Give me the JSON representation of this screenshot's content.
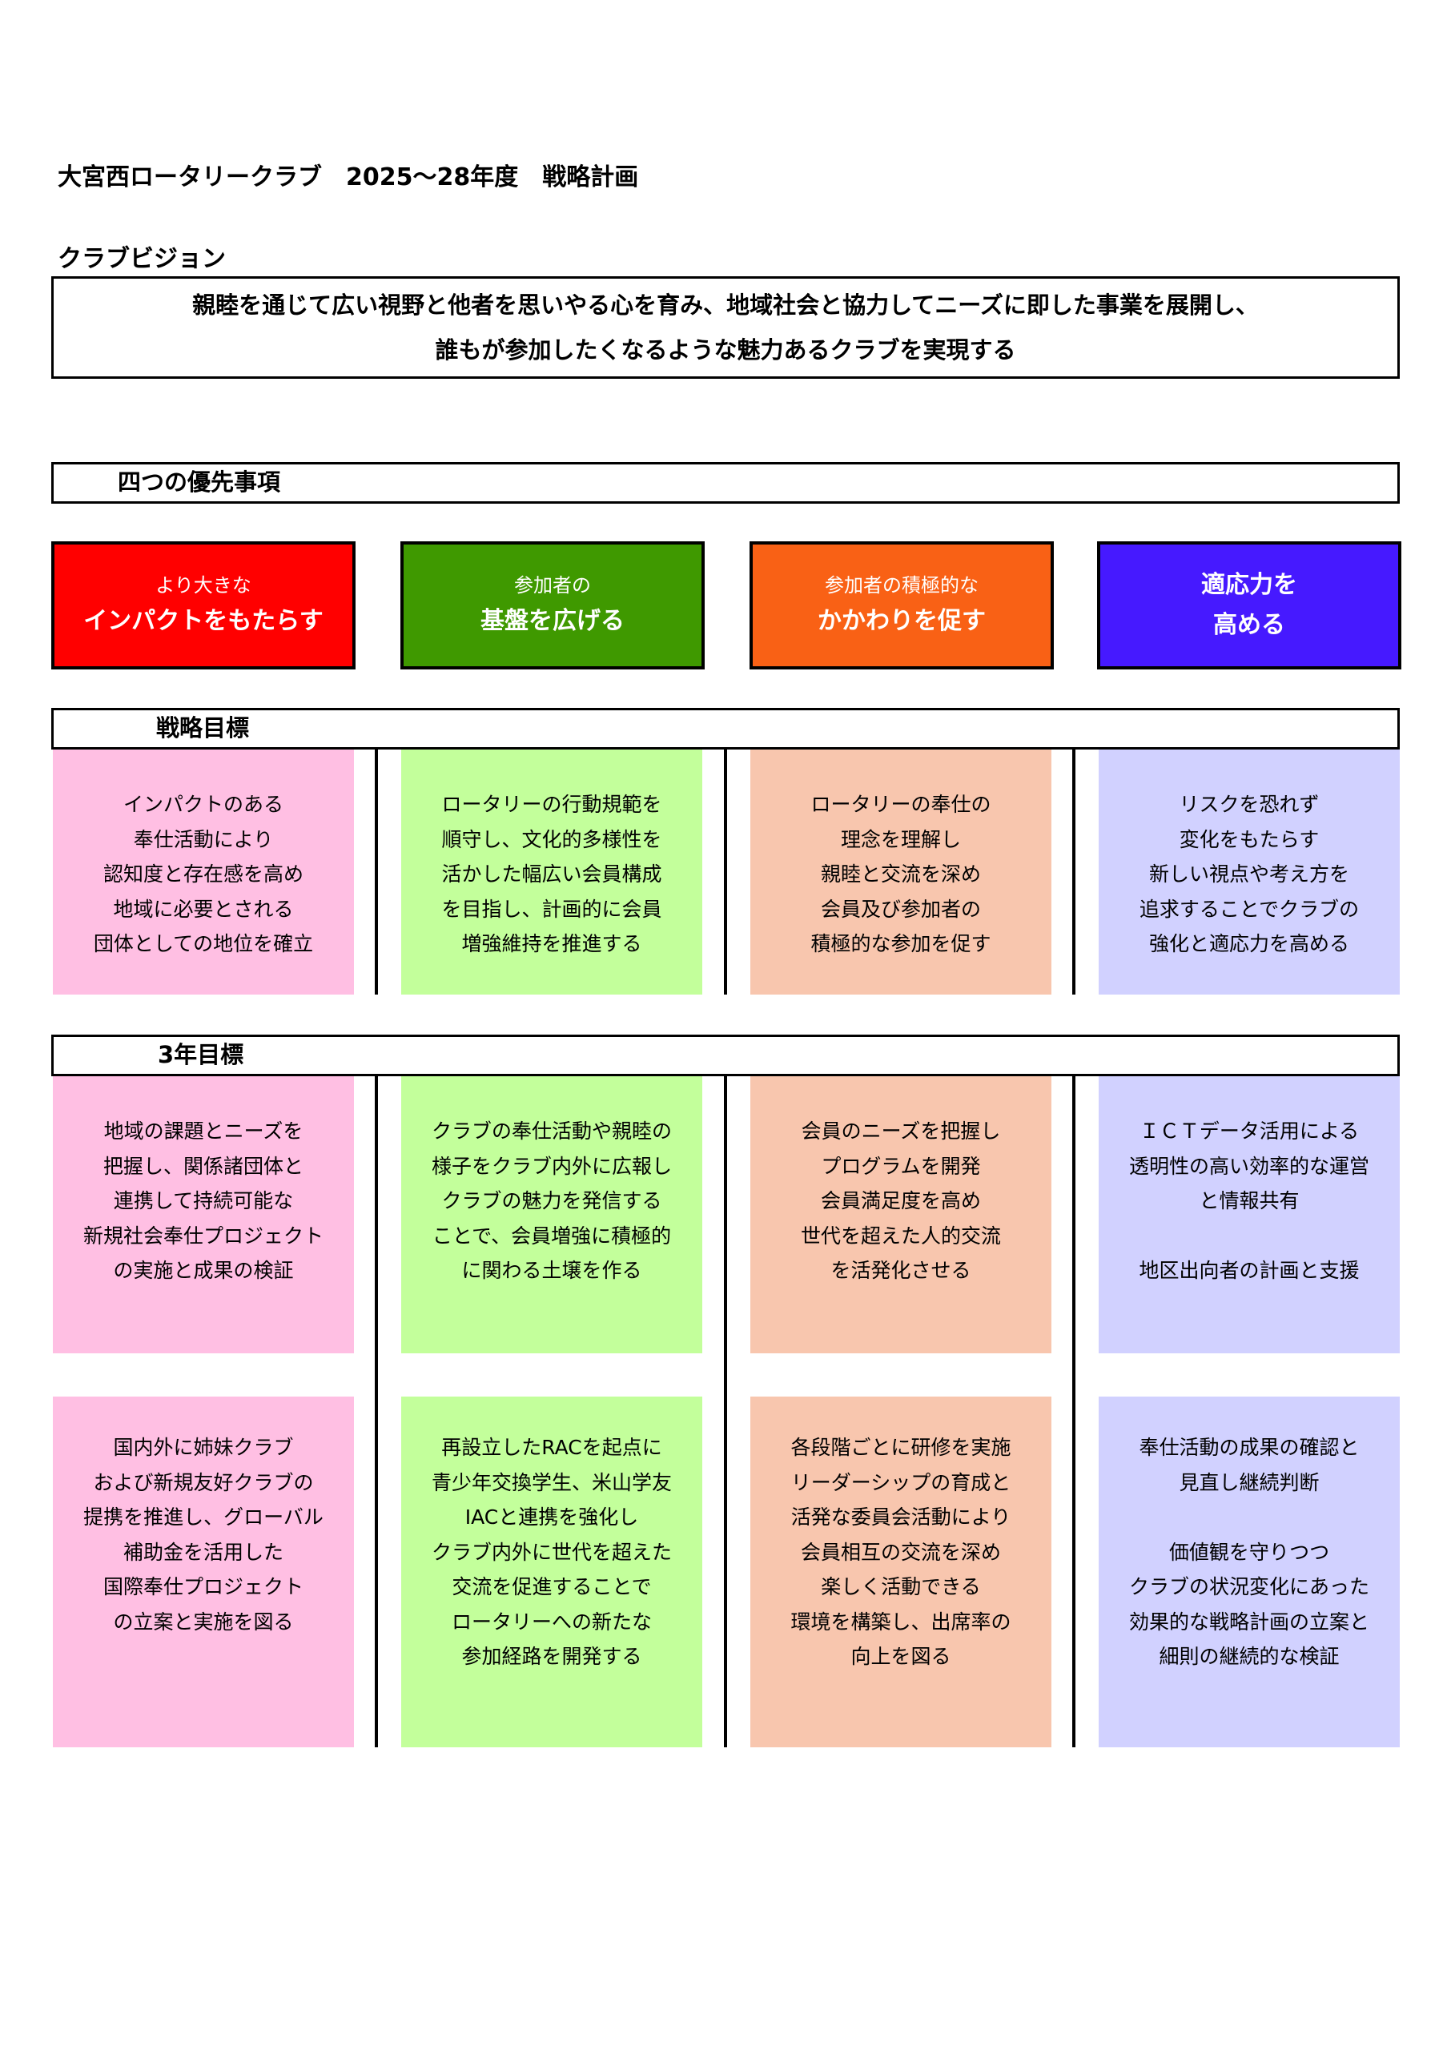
{
  "document": {
    "title": "大宮西ロータリークラブ　2025～28年度　戦略計画"
  },
  "vision": {
    "label": "クラブビジョン",
    "lines": [
      "親睦を通じて広い視野と他者を思いやる心を育み、地域社会と協力してニーズに即した事業を展開し、",
      "誰もが参加したくなるような魅力あるクラブを実現する"
    ]
  },
  "priorities": {
    "header": "四つの優先事項",
    "items": [
      {
        "sub": "より大きな",
        "main": "インパクトをもたらす",
        "color": "#ff0000"
      },
      {
        "sub": "参加者の",
        "main": "基盤を広げる",
        "color": "#3f9900"
      },
      {
        "sub": "参加者の積極的な",
        "main": "かかわりを促す",
        "color": "#f96115"
      },
      {
        "sub": "",
        "main": "適応力を\n高める",
        "color": "#4619ff"
      }
    ]
  },
  "strategic_goals": {
    "header": "戦略目標",
    "items": [
      {
        "lines": [
          "インパクトのある",
          "奉仕活動により",
          "認知度と存在感を高め",
          "地域に必要とされる",
          "団体としての地位を確立"
        ]
      },
      {
        "lines": [
          "ロータリーの行動規範を",
          "順守し、文化的多様性を",
          "活かした幅広い会員構成",
          "を目指し、計画的に会員",
          "増強維持を推進する"
        ]
      },
      {
        "lines": [
          "ロータリーの奉仕の",
          "理念を理解し",
          "親睦と交流を深め",
          "会員及び参加者の",
          "積極的な参加を促す"
        ]
      },
      {
        "lines": [
          "リスクを恐れず",
          "変化をもたらす",
          "新しい視点や考え方を",
          "追求することでクラブの",
          "強化と適応力を高める"
        ]
      }
    ]
  },
  "three_year_goals": {
    "header": "3年目標",
    "row1": [
      {
        "lines": [
          "地域の課題とニーズを",
          "把握し、関係諸団体と",
          "連携して持続可能な",
          "新規社会奉仕プロジェクト",
          "の実施と成果の検証"
        ]
      },
      {
        "lines": [
          "クラブの奉仕活動や親睦の",
          "様子をクラブ内外に広報し",
          "クラブの魅力を発信する",
          "ことで、会員増強に積極的",
          "に関わる土壌を作る"
        ]
      },
      {
        "lines": [
          "会員のニーズを把握し",
          "プログラムを開発",
          "会員満足度を高め",
          "世代を超えた人的交流",
          "を活発化させる"
        ]
      },
      {
        "lines": [
          "ＩＣＴデータ活用による",
          "透明性の高い効率的な運営",
          "と情報共有",
          "",
          "地区出向者の計画と支援"
        ]
      }
    ],
    "row2": [
      {
        "lines": [
          "国内外に姉妹クラブ",
          "および新規友好クラブの",
          "提携を推進し、グローバル",
          "補助金を活用した",
          "国際奉仕プロジェクト",
          "の立案と実施を図る"
        ]
      },
      {
        "lines": [
          "再設立したRACを起点に",
          "青少年交換学生、米山学友",
          "IACと連携を強化し",
          "クラブ内外に世代を超えた",
          "交流を促進することで",
          "ロータリーへの新たな",
          "参加経路を開発する"
        ]
      },
      {
        "lines": [
          "各段階ごとに研修を実施",
          "リーダーシップの育成と",
          "活発な委員会活動により",
          "会員相互の交流を深め",
          "楽しく活動できる",
          "環境を構築し、出席率の",
          "向上を図る"
        ]
      },
      {
        "lines": [
          "奉仕活動の成果の確認と",
          "見直し継続判断",
          "",
          "価値観を守りつつ",
          "クラブの状況変化にあった",
          "効果的な戦略計画の立案と",
          "細則の継続的な検証"
        ]
      }
    ]
  }
}
